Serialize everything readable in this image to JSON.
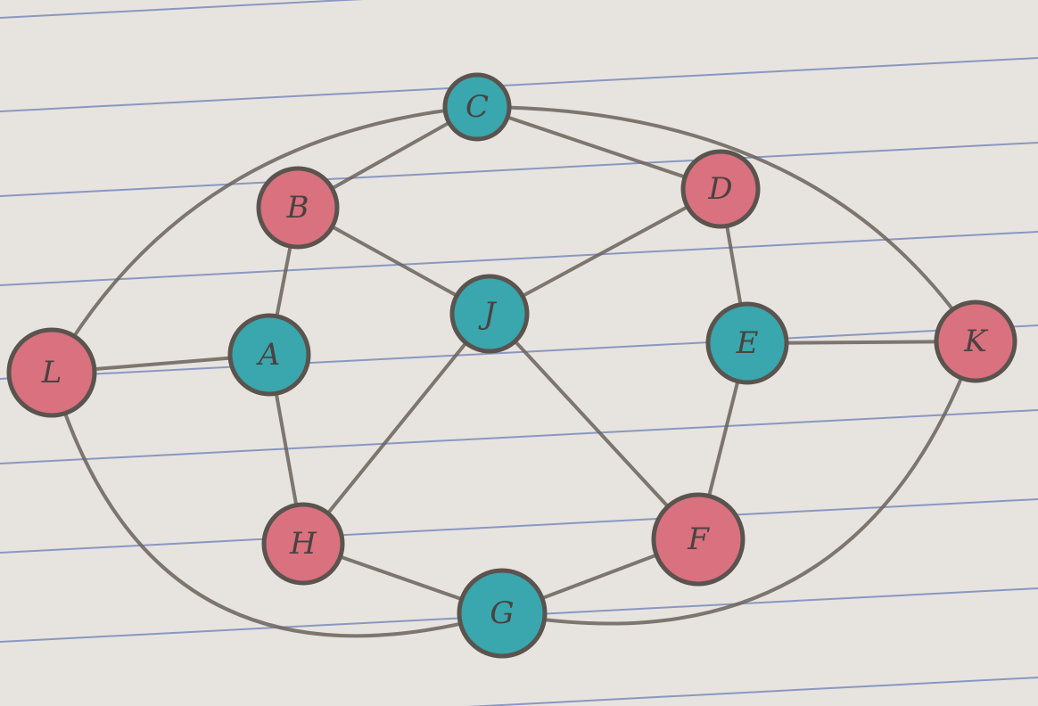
{
  "paper": {
    "background": "#e7e3df",
    "rule_color": "#6a7fb8"
  },
  "graph": {
    "colors": {
      "red": "#d9717f",
      "teal": "#3aa6ad",
      "outline": "#5a534e",
      "edge": "#6a625c"
    },
    "nodes": [
      {
        "id": "C",
        "label": "C",
        "color": "teal"
      },
      {
        "id": "B",
        "label": "B",
        "color": "red"
      },
      {
        "id": "D",
        "label": "D",
        "color": "red"
      },
      {
        "id": "J",
        "label": "J",
        "color": "teal"
      },
      {
        "id": "L",
        "label": "L",
        "color": "red"
      },
      {
        "id": "A",
        "label": "A",
        "color": "teal"
      },
      {
        "id": "E",
        "label": "E",
        "color": "teal"
      },
      {
        "id": "K",
        "label": "K",
        "color": "red"
      },
      {
        "id": "H",
        "label": "H",
        "color": "red"
      },
      {
        "id": "F",
        "label": "F",
        "color": "red"
      },
      {
        "id": "G",
        "label": "G",
        "color": "teal"
      }
    ],
    "edges": [
      [
        "C",
        "B"
      ],
      [
        "C",
        "D"
      ],
      [
        "C",
        "L"
      ],
      [
        "C",
        "K"
      ],
      [
        "B",
        "A"
      ],
      [
        "B",
        "J"
      ],
      [
        "D",
        "J"
      ],
      [
        "D",
        "E"
      ],
      [
        "L",
        "A"
      ],
      [
        "L",
        "G"
      ],
      [
        "A",
        "H"
      ],
      [
        "J",
        "H"
      ],
      [
        "J",
        "F"
      ],
      [
        "E",
        "K"
      ],
      [
        "E",
        "F"
      ],
      [
        "K",
        "G"
      ],
      [
        "H",
        "G"
      ],
      [
        "F",
        "G"
      ]
    ]
  }
}
